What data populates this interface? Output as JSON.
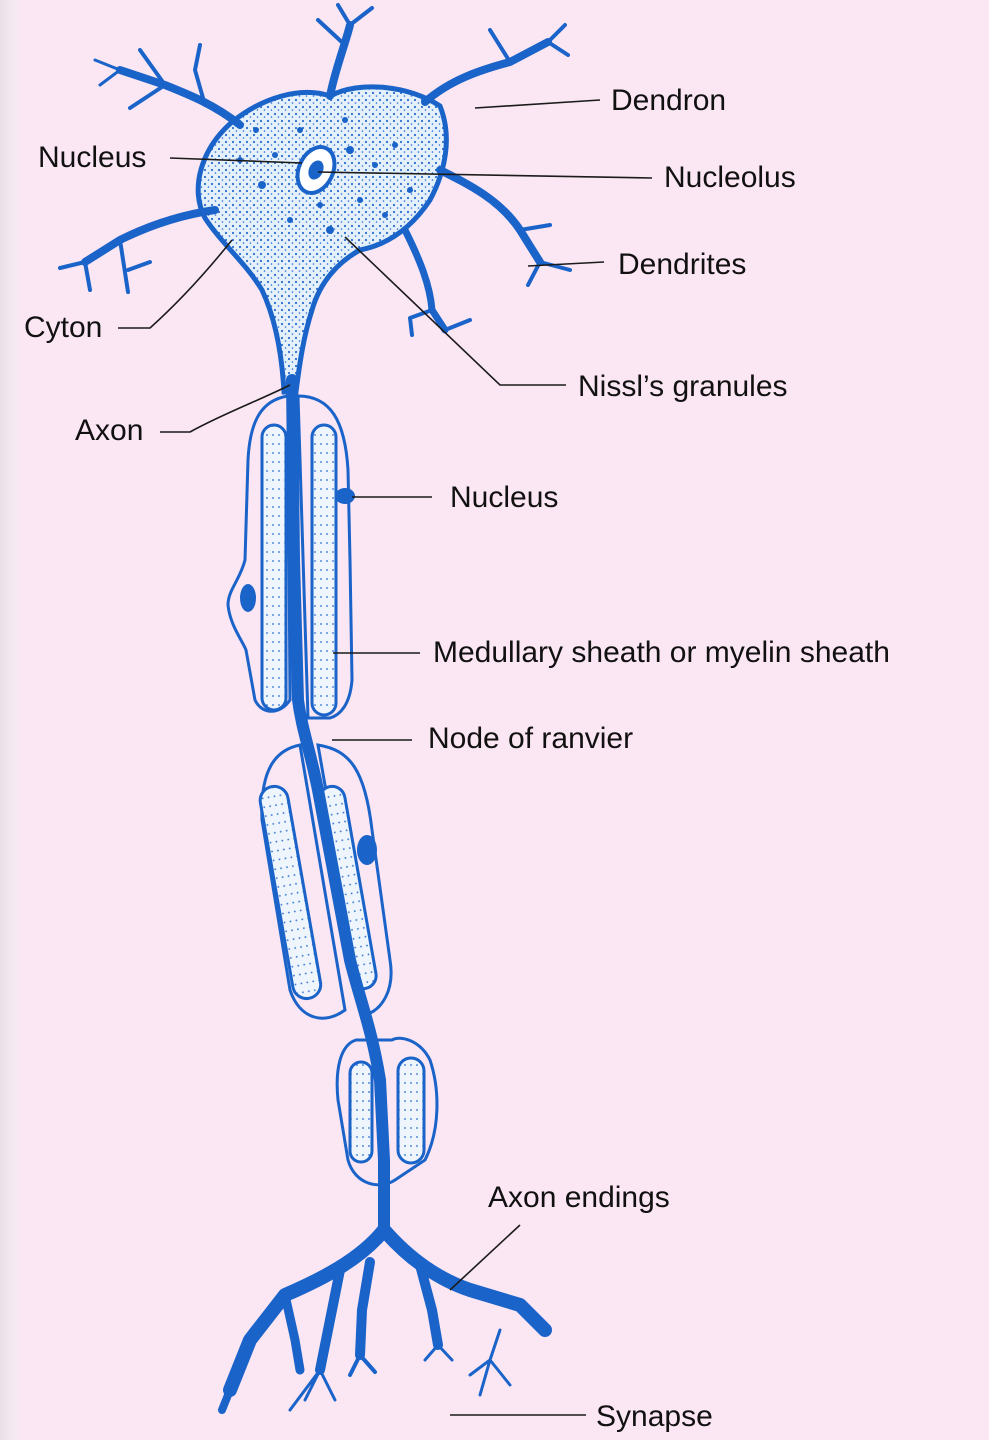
{
  "diagram": {
    "labels": {
      "dendron": "Dendron",
      "nucleus_top": "Nucleus",
      "nucleolus": "Nucleolus",
      "dendrites": "Dendrites",
      "cyton": "Cyton",
      "nissls_granules": "Nissl’s granules",
      "axon": "Axon",
      "nucleus_schwann": "Nucleus",
      "myelin_sheath": "Medullary sheath or myelin sheath",
      "node_of_ranvier": "Node of ranvier",
      "axon_endings": "Axon endings",
      "synapse": "Synapse"
    },
    "colors": {
      "background": "#fbe6f3",
      "neuron": "#1a63c9",
      "neuron_fill": "#cfe4f7",
      "leader_line": "#1b1b1b"
    }
  }
}
